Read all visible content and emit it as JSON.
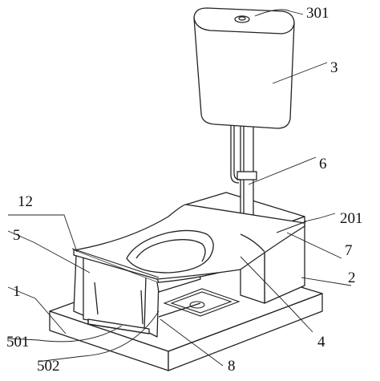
{
  "labels": {
    "l301": "301",
    "l3": "3",
    "l6": "6",
    "l12": "12",
    "l201": "201",
    "l5": "5",
    "l7": "7",
    "l2": "2",
    "l1": "1",
    "l4": "4",
    "l501": "501",
    "l502": "502",
    "l8": "8"
  },
  "colors": {
    "line": "#222222",
    "fill": "#ffffff",
    "background": "#ffffff"
  }
}
